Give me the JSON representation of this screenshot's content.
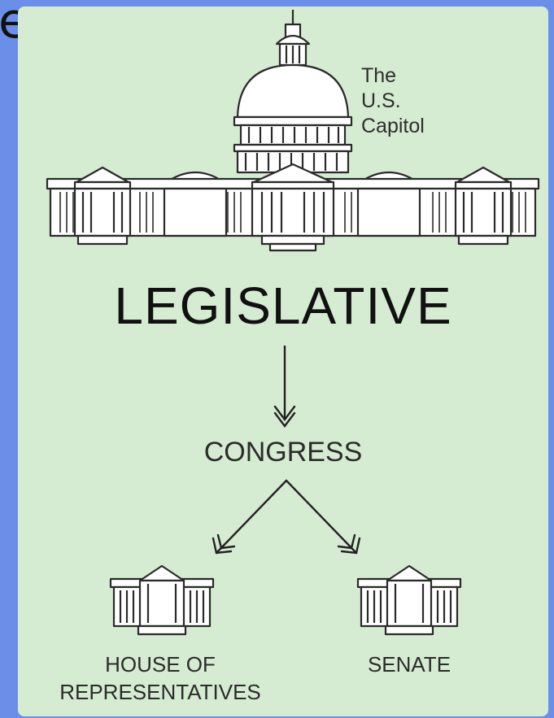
{
  "slide_fragment": "e",
  "diagram": {
    "caption": [
      "The",
      "U.S.",
      "Capitol"
    ],
    "branch": "LEGISLATIVE",
    "body": "CONGRESS",
    "chambers": {
      "house": [
        "HOUSE OF",
        "REPRESENTATIVES"
      ],
      "senate": "SENATE"
    }
  },
  "colors": {
    "page_background": "#6b8fe8",
    "card_background": "#d6ecd2",
    "line_art": "#222222"
  }
}
